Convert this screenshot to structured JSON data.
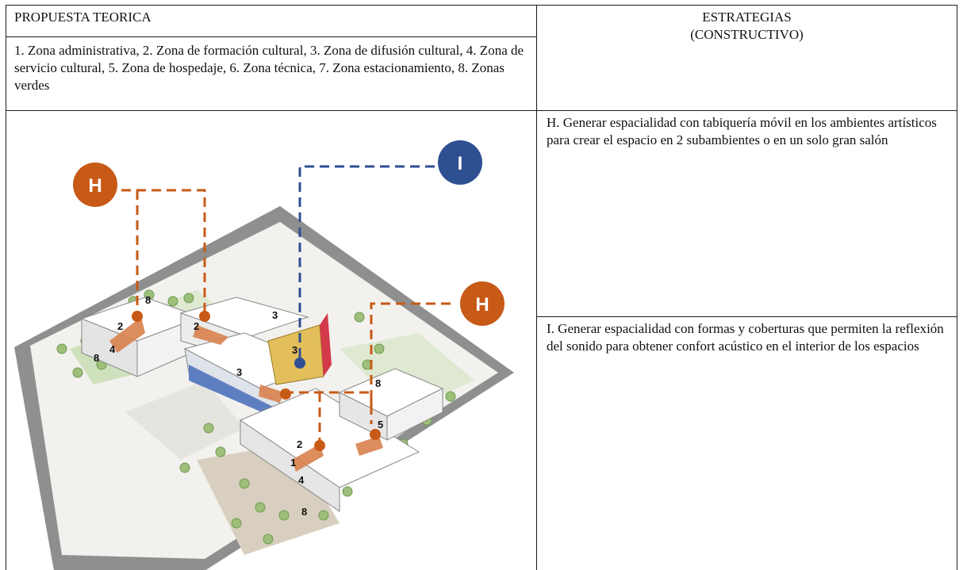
{
  "table": {
    "proposal_header": "PROPUESTA TEORICA",
    "zones_text": "1. Zona administrativa, 2. Zona de formación cultural, 3. Zona de difusión cultural, 4. Zona de servicio cultural, 5. Zona de hospedaje, 6. Zona técnica, 7. Zona estacionamiento, 8. Zonas verdes",
    "strategies_header_line1": "ESTRATEGIAS",
    "strategies_header_line2": "(CONSTRUCTIVO)",
    "strategy_H": "H. Generar espacialidad con tabiquería móvil en los ambientes artísticos para crear el espacio en 2 subambientes o en un solo gran salón",
    "strategy_I": "I. Generar espacialidad con formas y coberturas que permiten la reflexión del sonido para obtener confort acústico en el interior de los espacios"
  },
  "diagram": {
    "badges": {
      "h_left": "H",
      "h_right": "H",
      "i_top": "I"
    },
    "zone_numbers": [
      "8",
      "2",
      "4",
      "8",
      "2",
      "3",
      "3",
      "3",
      "8",
      "5",
      "2",
      "1",
      "4",
      "8"
    ],
    "colors": {
      "orange": "#c85a17",
      "blue": "#2f4f93",
      "yellow": "#e8c15a",
      "red": "#d23a4a",
      "ground": "#8c8c8c",
      "green": "#a8c48a"
    }
  }
}
